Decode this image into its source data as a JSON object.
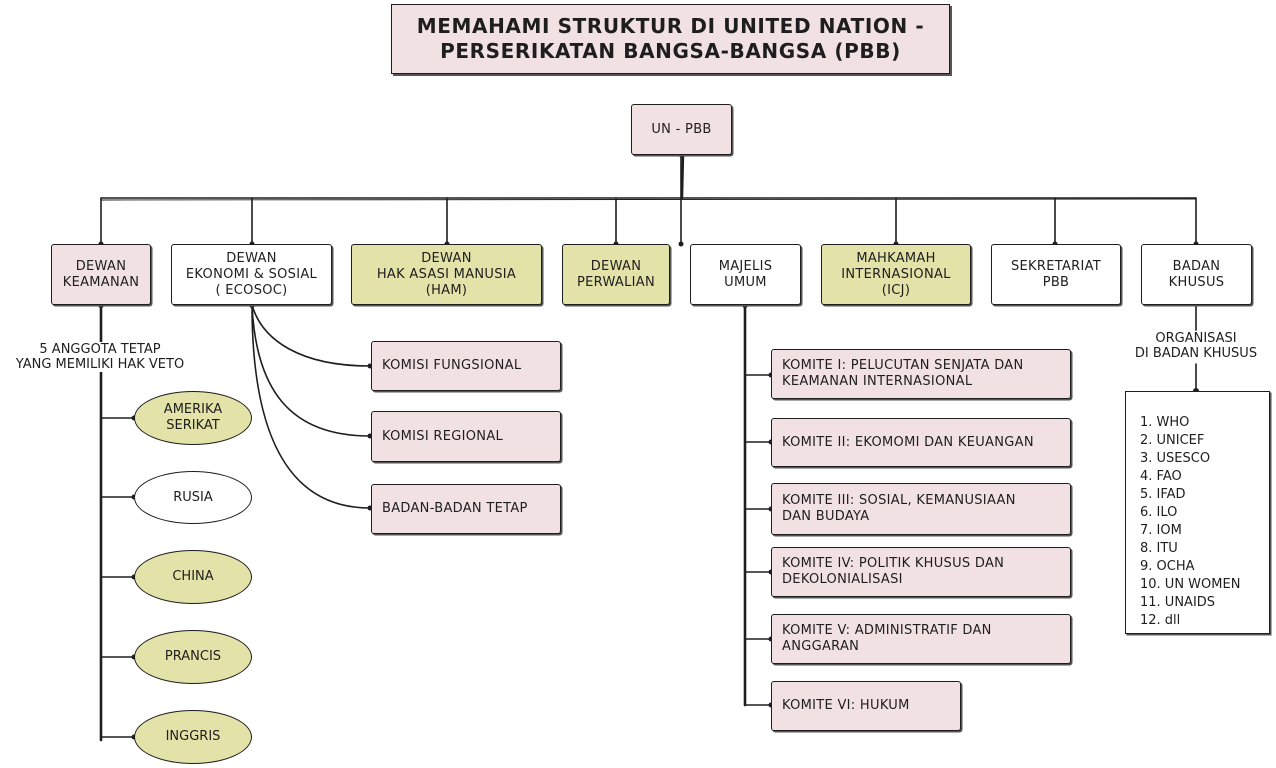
{
  "title": {
    "line1": "MEMAHAMI STRUKTUR DI UNITED NATION -",
    "line2": "PERSERIKATAN BANGSA-BANGSA (PBB)"
  },
  "root": "UN - PBB",
  "organs": {
    "dk": "DEWAN\nKEAMANAN",
    "ecosoc": "DEWAN\nEKONOMI & SOSIAL\n( ECOSOC)",
    "ham": "DEWAN\nHAK ASASI MANUSIA\n(HAM)",
    "perwalian": "DEWAN\nPERWALIAN",
    "majelis": "MAJELIS\nUMUM",
    "icj": "MAHKAMAH\nINTERNASIONAL\n(ICJ)",
    "sekretariat": "SEKRETARIAT\nPBB",
    "khusus": "BADAN\nKHUSUS"
  },
  "dk_label": "5 ANGGOTA TETAP\nYANG MEMILIKI HAK VETO",
  "veto_members": [
    "AMERIKA\nSERIKAT",
    "RUSIA",
    "CHINA",
    "PRANCIS",
    "INGGRIS"
  ],
  "ecosoc_children": [
    "KOMISI FUNGSIONAL",
    "KOMISI REGIONAL",
    "BADAN-BADAN TETAP"
  ],
  "komite": [
    "KOMITE I: PELUCUTAN SENJATA DAN\nKEAMANAN INTERNASIONAL",
    "KOMITE II: EKOMOMI DAN KEUANGAN",
    "KOMITE III: SOSIAL, KEMANUSIAAN\nDAN BUDAYA",
    "KOMITE IV: POLITIK KHUSUS DAN\nDEKOLONIALISASI",
    "KOMITE V: ADMINISTRATIF DAN\nANGGARAN",
    "KOMITE VI: HUKUM"
  ],
  "khusus_label": "ORGANISASI\nDI BADAN KHUSUS",
  "khusus_list": [
    "1.  WHO",
    "2.  UNICEF",
    "3.  USESCO",
    "4.  FAO",
    "5.  IFAD",
    "6.  ILO",
    "7.  IOM",
    "8.  ITU",
    "9.  OCHA",
    "10.  UN WOMEN",
    "11.  UNAIDS",
    "12.  dll"
  ],
  "colors": {
    "pink": "#f2e1e3",
    "yellow": "#e3e2a8",
    "line": "#1e1e1e"
  }
}
